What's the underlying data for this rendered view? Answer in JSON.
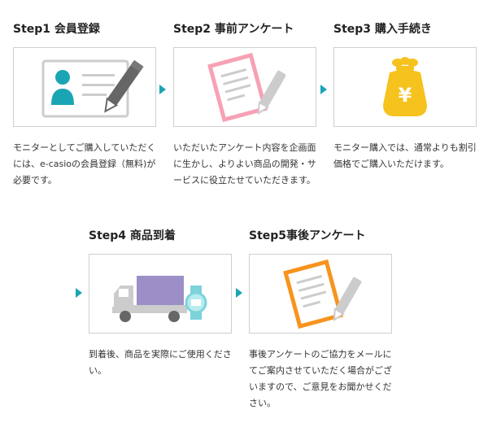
{
  "steps": [
    {
      "title": "Step1 会員登録",
      "desc": "モニターとしてご購入していただくには、e-casioの会員登録（無料)が必要です。",
      "icon": "member-card-icon"
    },
    {
      "title": "Step2 事前アンケート",
      "desc": "いただいたアンケート内容を企画面に生かし、よりよい商品の開発・サービスに役立たせていただきます。",
      "icon": "survey-pencil-icon"
    },
    {
      "title": "Step3 購入手続き",
      "desc": "モニター購入では、通常よりも割引価格でご購入いただけます。",
      "icon": "yen-bag-icon"
    },
    {
      "title": "Step4 商品到着",
      "desc": "到着後、商品を実際にご使用ください。",
      "icon": "delivery-truck-icon"
    },
    {
      "title": "Step5事後アンケート",
      "desc": "事後アンケートのご協力をメールにてご案内させていただく場合がございますので、ご意見をお聞かせください。",
      "icon": "survey-pencil-icon"
    }
  ],
  "colors": {
    "arrow": "#1aa5b5",
    "teal": "#1aa5b5",
    "pink": "#f7a1b5",
    "gold": "#f6c21d",
    "orange": "#f7941e",
    "purple": "#9c8fc8",
    "gray": "#cccccc",
    "dark": "#666666"
  }
}
